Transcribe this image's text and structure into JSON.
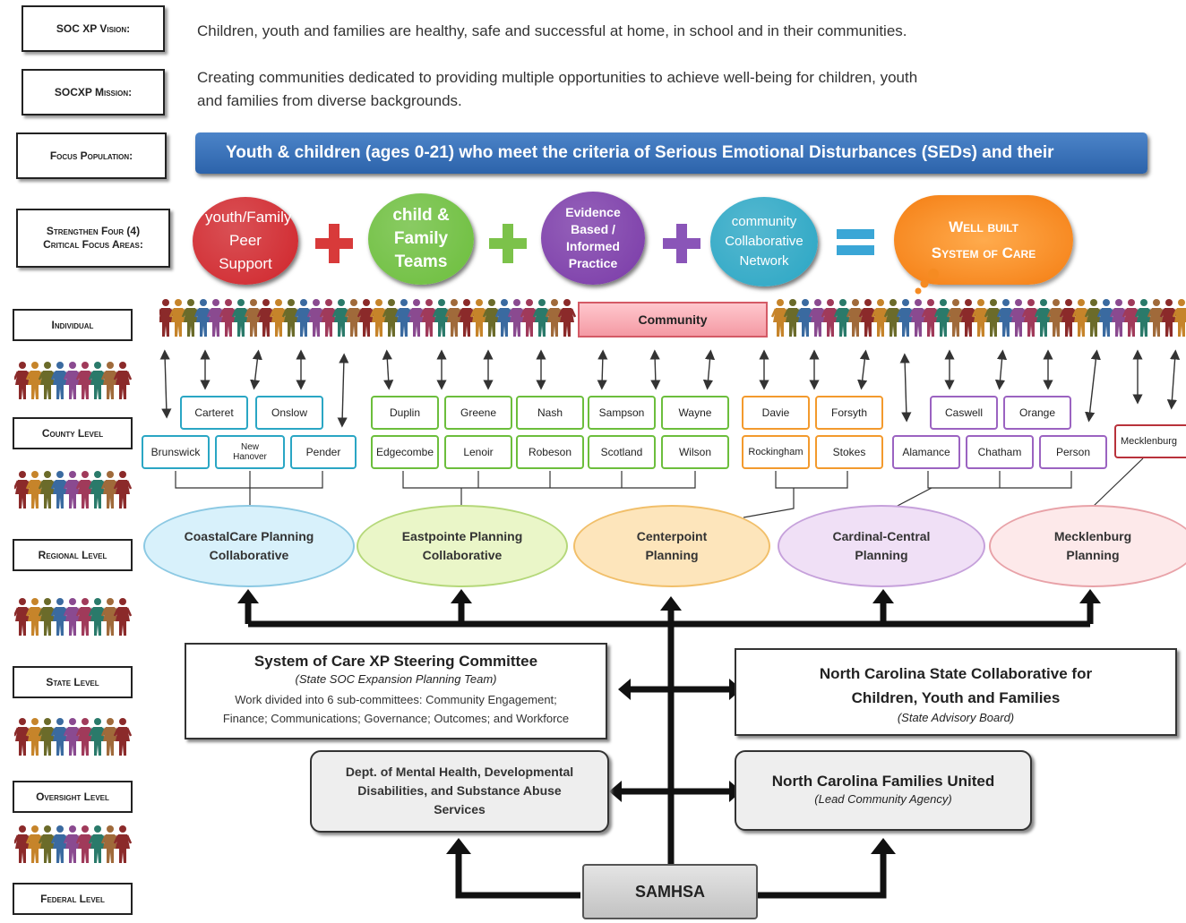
{
  "labels": {
    "vision": "SOC XP Vision:",
    "mission": "SOCXP Mission:",
    "focus_population": "Focus Population:",
    "strengthen_1": "Strengthen Four (4)",
    "strengthen_2": "Critical Focus Areas:",
    "individual": "Individual",
    "county": "County Level",
    "regional": "Regional Level",
    "state": "State Level",
    "oversight": "Oversight Level",
    "federal": "Federal Level"
  },
  "vision_text": "Children, youth and families are healthy, safe and successful at home, in school and in their communities.",
  "mission_text_1": "Creating communities dedicated to providing multiple opportunities to achieve well-being for children, youth",
  "mission_text_2": "and families from diverse backgrounds.",
  "focus_banner": "Youth & children (ages 0-21) who meet the criteria of Serious Emotional Disturbances (SEDs) and their",
  "focus_areas": [
    {
      "label": "youth/Family Peer Support",
      "color": "#d0252b"
    },
    {
      "label": "child & Family Teams",
      "color": "#6cbe3c"
    },
    {
      "label": "Evidence Based / Informed Practice",
      "color": "#7a3aa8"
    },
    {
      "label": "community Collaborative Network",
      "color": "#2aa6c4"
    }
  ],
  "operators": {
    "plus_colors": [
      "#d83a3a",
      "#7cc24a",
      "#8a55b8"
    ],
    "equals_color": "#3aa6d6"
  },
  "outcome": {
    "line1": "Well built",
    "line2": "System of Care"
  },
  "community_label": "Community",
  "counties": {
    "coastal_top": [
      "Carteret",
      "Onslow"
    ],
    "coastal_bottom": [
      "Brunswick",
      "New Hanover",
      "Pender"
    ],
    "eastpointe_top": [
      "Duplin",
      "Greene",
      "Nash",
      "Sampson",
      "Wayne"
    ],
    "eastpointe_bottom": [
      "Edgecombe",
      "Lenoir",
      "Robeson",
      "Scotland",
      "Wilson"
    ],
    "centerpoint_top": [
      "Davie",
      "Forsyth"
    ],
    "centerpoint_bottom": [
      "Rockingham",
      "Stokes"
    ],
    "cardinal_top": [
      "Caswell",
      "Orange"
    ],
    "cardinal_bottom": [
      "Alamance",
      "Chatham",
      "Person"
    ],
    "mecklenburg": "Mecklenburg"
  },
  "regions": [
    {
      "line1": "CoastalCare Planning",
      "line2": "Collaborative",
      "color": "#d8f1fb",
      "border": "#8cc9e3"
    },
    {
      "line1": "Eastpointe Planning",
      "line2": "Collaborative",
      "color": "#eaf6c8",
      "border": "#b5d87a"
    },
    {
      "line1": "Centerpoint",
      "line2": "Planning",
      "color": "#fde5bb",
      "border": "#f1bf6a"
    },
    {
      "line1": "Cardinal-Central",
      "line2": "Planning",
      "color": "#f0e0f6",
      "border": "#c6a1db"
    },
    {
      "line1": "Mecklenburg",
      "line2": "Planning",
      "color": "#fde9ea",
      "border": "#e8a2a8"
    }
  ],
  "steering": {
    "title": "System of Care XP Steering Committee",
    "subtitle": "(State SOC Expansion Planning Team)",
    "detail_1": "Work divided into 6 sub-committees: Community Engagement;",
    "detail_2": "Finance; Communications; Governance; Outcomes; and Workforce"
  },
  "state_collab": {
    "line1": "North Carolina State Collaborative for",
    "line2": "Children, Youth and Families",
    "subtitle": "(State Advisory Board)"
  },
  "dmh": {
    "line1": "Dept. of Mental Health, Developmental",
    "line2": "Disabilities, and Substance Abuse",
    "line3": "Services"
  },
  "ncfu": {
    "title": "North Carolina Families United",
    "subtitle": "(Lead Community Agency)"
  },
  "samhsa": "SAMHSA",
  "people_colors": [
    "#8b2a2a",
    "#c6842a",
    "#6b6b2a",
    "#3a6aa0",
    "#8a4a90",
    "#a03a5a",
    "#2a7a6a",
    "#a06a3a"
  ]
}
